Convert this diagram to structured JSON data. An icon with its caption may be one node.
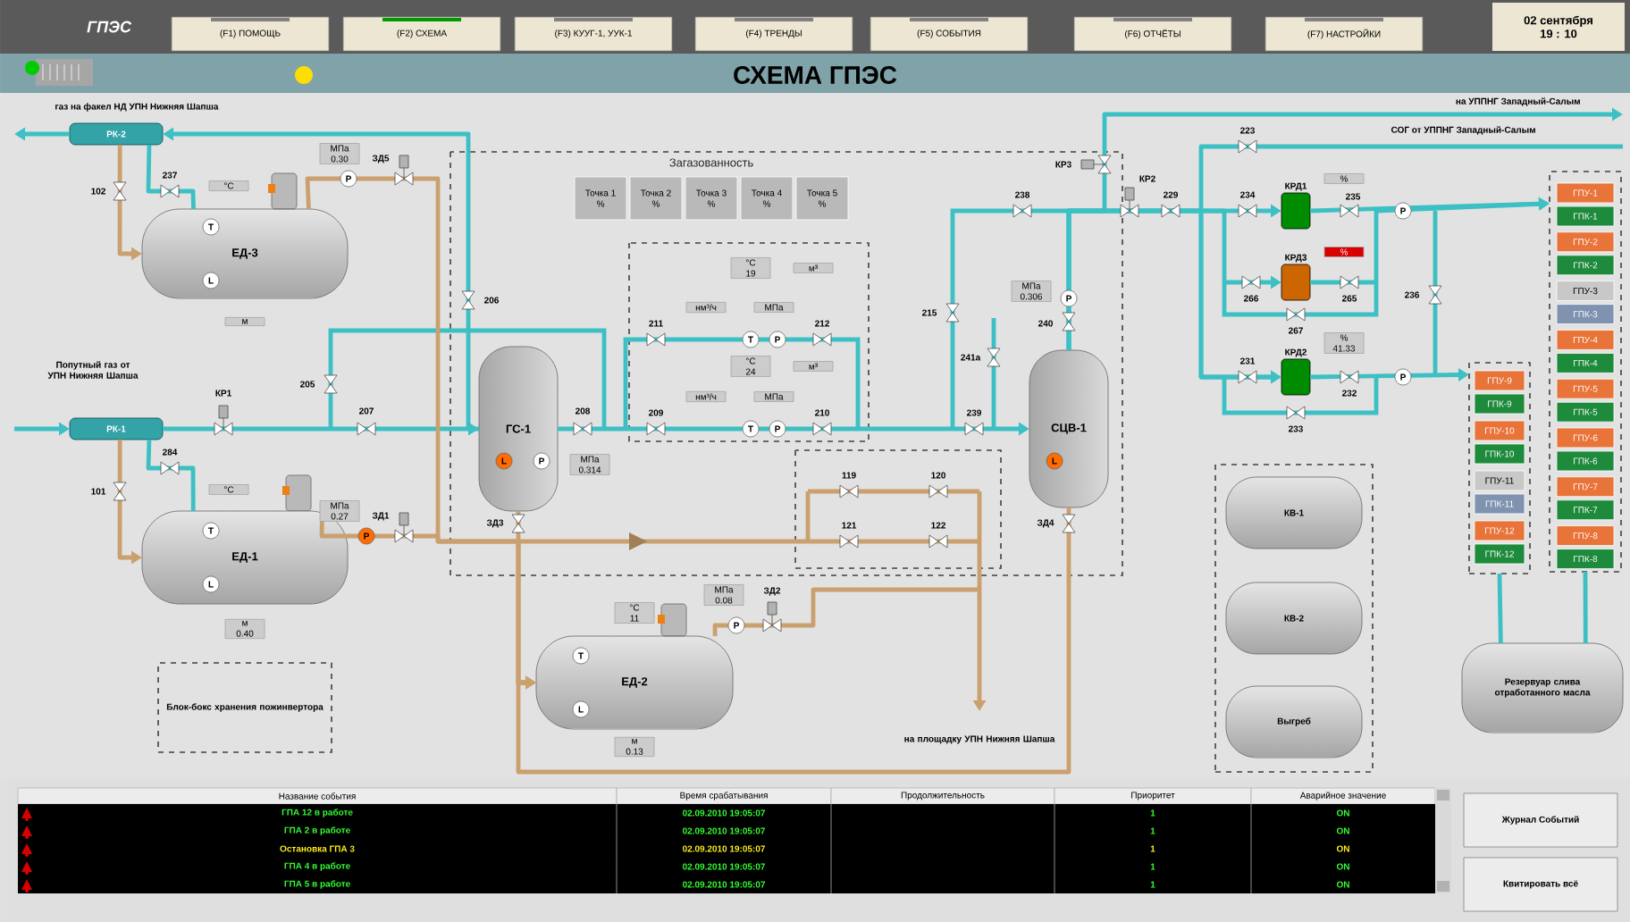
{
  "diagram": {
    "title": "СХЕМА ГПЭС",
    "nodes": [
      {
        "text": [
          "РК-2"
        ]
      },
      {
        "text": [
          "ЕД-3"
        ]
      },
      {
        "text": [
          "РК-1"
        ]
      },
      {
        "text": [
          "ГС-1"
        ]
      },
      {
        "text": [
          "ЕД-1"
        ]
      },
      {
        "text": [
          "СЦВ-1"
        ]
      },
      {
        "text": [
          "КРД1"
        ]
      },
      {
        "text": [
          "КРД3"
        ]
      },
      {
        "text": [
          "КРД2"
        ]
      },
      {
        "text": [],
        "shape": "box"
      },
      {
        "text": [
          "ГПУ-1"
        ],
        "in": 9
      },
      {
        "text": [
          "ГПК-1"
        ],
        "in": 9
      },
      {
        "text": [
          "ГПУ-2"
        ],
        "in": 9
      },
      {
        "text": [
          "ГПК-2"
        ],
        "in": 9
      },
      {
        "text": [
          "ГПУ-3"
        ],
        "in": 9
      },
      {
        "text": [
          "ГПК-3"
        ],
        "in": 9
      },
      {
        "text": [
          "ГПУ-4"
        ],
        "in": 9
      },
      {
        "text": [
          "ГПК-4"
        ],
        "in": 9
      },
      {
        "text": [
          "ГПУ-5"
        ],
        "in": 9
      },
      {
        "text": [
          "ГПК-5"
        ],
        "in": 9
      },
      {
        "text": [
          "ГПУ-6"
        ],
        "in": 9
      },
      {
        "text": [
          "ГПК-6"
        ],
        "in": 9
      },
      {
        "text": [
          "ГПУ-7"
        ],
        "in": 9
      },
      {
        "text": [
          "ГПК-7"
        ],
        "in": 9
      },
      {
        "text": [
          "ГПУ-8"
        ],
        "in": 9
      },
      {
        "text": [
          "ГПК-8"
        ],
        "in": 9
      },
      {
        "text": [],
        "shape": "box"
      },
      {
        "text": [
          "ГПУ-9"
        ],
        "in": 26
      },
      {
        "text": [
          "ГПК-9"
        ],
        "in": 26
      },
      {
        "text": [
          "ГПУ-10"
        ],
        "in": 26
      },
      {
        "text": [
          "ГПК-10"
        ],
        "in": 26
      },
      {
        "text": [
          "ГПУ-11"
        ],
        "in": 26
      },
      {
        "text": [
          "ГПК-11"
        ],
        "in": 26
      },
      {
        "text": [
          "ГПУ-12"
        ],
        "in": 26
      },
      {
        "text": [
          "ГПК-12"
        ],
        "in": 26
      },
      {
        "text": [],
        "shape": "box"
      },
      {
        "text": [
          "КВ-1"
        ],
        "in": 35
      },
      {
        "text": [
          "КВ-2"
        ],
        "in": 35
      },
      {
        "text": [
          "Выгреб"
        ],
        "in": 35
      },
      {
        "text": [
          "ЕД-2"
        ]
      },
      {
        "text": [
          "Блок-бокс хранения пожинвертора"
        ]
      },
      {
        "text": [
          "Резервуар слива отработанного масла"
        ]
      }
    ],
    "edges": [
      {
        "from": 0,
        "to": null,
        "arrow": "to"
      },
      {
        "from": 3,
        "to": 0,
        "arrow": "to"
      },
      {
        "from": 0,
        "to": 1,
        "arrow": "none"
      },
      {
        "from": 0,
        "to": 1,
        "arrow": "to",
        "color": "#c9a06e"
      },
      {
        "from": null,
        "to": 2,
        "arrow": "to"
      },
      {
        "from": 2,
        "to": 4,
        "arrow": "none"
      },
      {
        "from": 2,
        "to": 4,
        "arrow": "to",
        "color": "#c9a06e"
      },
      {
        "from": 2,
        "to": 3,
        "arrow": "to"
      },
      {
        "from": 1,
        "to": 39,
        "arrow": "to",
        "color": "#c9a06e"
      },
      {
        "from": 4,
        "to": 39,
        "arrow": "to",
        "color": "#c9a06e"
      },
      {
        "from": 3,
        "to": 39,
        "arrow": "to",
        "color": "#c9a06e"
      },
      {
        "from": 5,
        "to": 39,
        "arrow": "to",
        "color": "#c9a06e"
      },
      {
        "from": 39,
        "to": null,
        "arrow": "to",
        "color": "#c9a06e"
      },
      {
        "from": 3,
        "to": 5,
        "arrow": "to"
      },
      {
        "from": 5,
        "to": 6,
        "arrow": "to"
      },
      {
        "from": 5,
        "to": 7,
        "arrow": "to"
      },
      {
        "from": 5,
        "to": 8,
        "arrow": "to"
      },
      {
        "from": 6,
        "to": 9,
        "arrow": "to"
      },
      {
        "from": 7,
        "to": 9,
        "arrow": "to"
      },
      {
        "from": 8,
        "to": 26,
        "arrow": "to"
      },
      {
        "from": null,
        "to": 8,
        "arrow": "to"
      },
      {
        "from": 5,
        "to": null,
        "arrow": "to"
      },
      {
        "from": 26,
        "to": 41,
        "arrow": "none"
      },
      {
        "from": 9,
        "to": 41,
        "arrow": "none"
      }
    ],
    "labels": [
      "ГПЭС",
      "(F1) ПОМОЩЬ",
      "(F2) СХЕМА",
      "(F3) КУУГ-1, УУК-1",
      "(F4) ТРЕНДЫ",
      "(F5) СОБЫТИЯ",
      "(F6) ОТЧЁТЫ",
      "(F7) НАСТРОЙКИ",
      "02 сентября",
      "19 : 10",
      "газ на факел НД УПН Нижняя Шапша",
      "на УППНГ Западный-Салым",
      "СОГ от УППНГ Западный-Салым",
      "Попутный газ от УПН Нижняя Шапша",
      "на площадку УПН Нижняя Шапша",
      "Загазованность",
      "Точка 1",
      "%",
      "Точка 2",
      "%",
      "Точка 3",
      "%",
      "Точка 4",
      "%",
      "Точка 5",
      "%",
      "102",
      "237",
      "ЗД5",
      "206",
      "КР1",
      "205",
      "207",
      "101",
      "284",
      "ЗД1",
      "ЗД3",
      "208",
      "211",
      "212",
      "209",
      "210",
      "215",
      "241а",
      "238",
      "239",
      "240",
      "КР3",
      "КР2",
      "229",
      "223",
      "234",
      "235",
      "266",
      "265",
      "267",
      "236",
      "231",
      "232",
      "233",
      "ЗД4",
      "ЗД2",
      "119",
      "120",
      "121",
      "122",
      "°С",
      "МПа",
      "0.30",
      "м",
      "°С",
      "МПа",
      "0.27",
      "м",
      "0.40",
      "МПа",
      "0.314",
      "°С",
      "19",
      "м³",
      "нм³/ч",
      "МПа",
      "°С",
      "24",
      "м³",
      "нм³/ч",
      "МПа",
      "МПа",
      "0.306",
      "°С",
      "11",
      "МПа",
      "0.08",
      "м",
      "0.13",
      "%",
      "%",
      "%",
      "41.33",
      "P",
      "P",
      "T",
      "P",
      "T",
      "P",
      "L",
      "P",
      "P",
      "L",
      "P",
      "P",
      "P",
      "T",
      "L",
      "T",
      "L",
      "T",
      "L",
      "Название события",
      "Время срабатывания",
      "Продолжительность",
      "Приоритет",
      "Аварийное значение",
      "ГПА 12 в работе",
      "02.09.2010 19:05:07",
      "1",
      "ON",
      "ГПА 2 в работе",
      "02.09.2010 19:05:07",
      "1",
      "ON",
      "Остановка ГПА 3",
      "02.09.2010 19:05:07",
      "1",
      "ON",
      "ГПА 4 в работе",
      "02.09.2010 19:05:07",
      "1",
      "ON",
      "ГПА 5 в работе",
      "02.09.2010 19:05:07",
      "1",
      "ON",
      "Журнал Событий",
      "Квитировать всё"
    ]
  }
}
